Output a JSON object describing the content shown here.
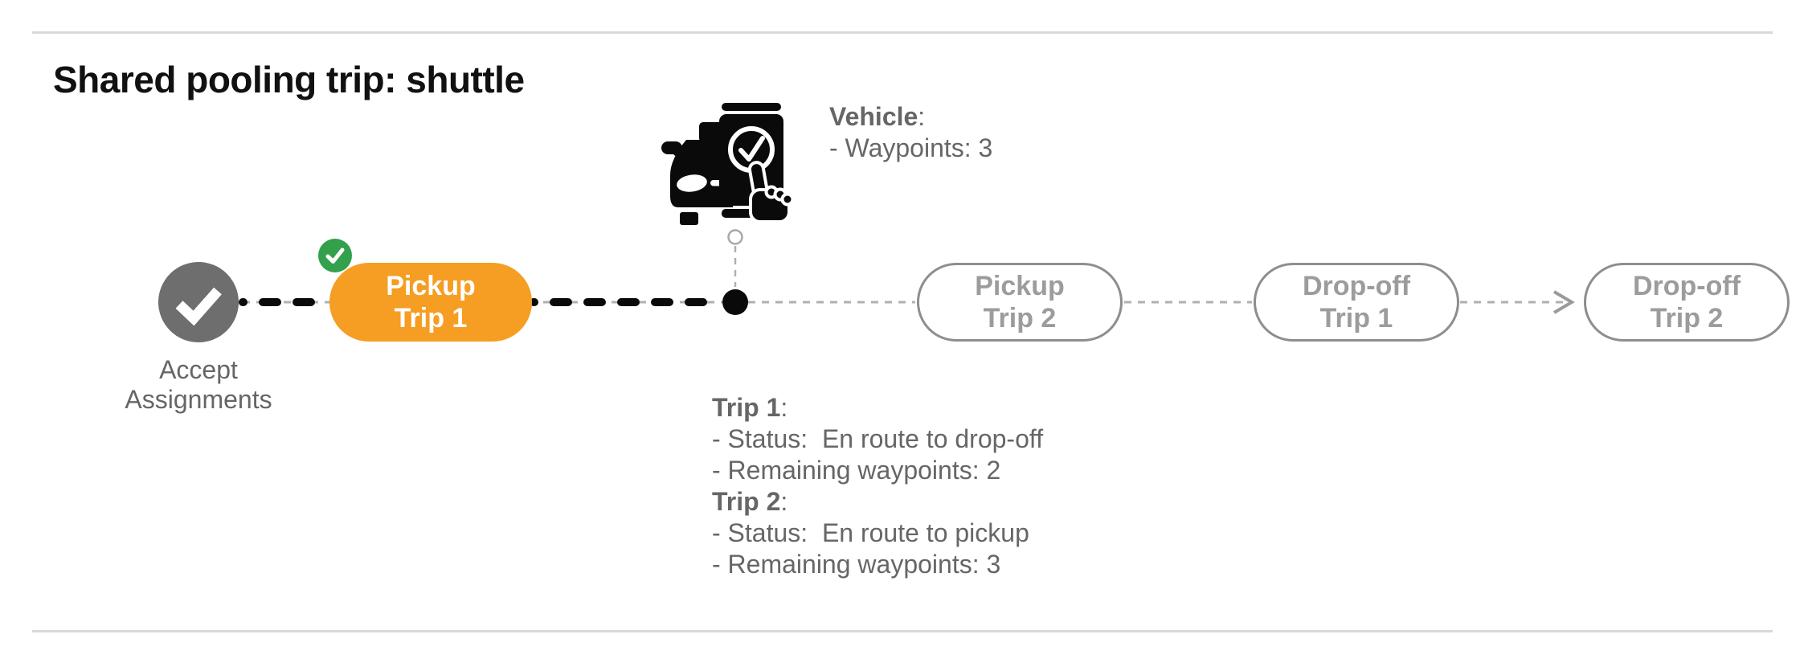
{
  "title": "Shared pooling trip: shuttle",
  "punct": {
    "colon": ":"
  },
  "timeline": {
    "accept_node": {
      "label_line1": "Accept",
      "label_line2": "Assignments",
      "state": "completed"
    },
    "stages": [
      {
        "line1": "Pickup",
        "line2": "Trip 1",
        "state": "active-completed"
      },
      {
        "line1": "Pickup",
        "line2": "Trip 2",
        "state": "upcoming"
      },
      {
        "line1": "Drop-off",
        "line2": "Trip 1",
        "state": "upcoming"
      },
      {
        "line1": "Drop-off",
        "line2": "Trip 2",
        "state": "upcoming"
      }
    ]
  },
  "vehicle_info": {
    "heading": "Vehicle",
    "waypoints_line": "- Waypoints: 3"
  },
  "trip_info": {
    "trip1": {
      "heading": "Trip 1",
      "status_line": "- Status:  En route to drop-off",
      "waypoints_line": "- Remaining waypoints: 2"
    },
    "trip2": {
      "heading": "Trip 2",
      "status_line": "- Status:  En route to pickup",
      "waypoints_line": "- Remaining waypoints: 3"
    }
  },
  "icons": {
    "accept": "check-icon",
    "stage1_badge": "check-badge-icon",
    "vehicle": "vehicle-phone-check-icon",
    "current_position": "current-position-dot",
    "vehicle_anchor": "vehicle-anchor-circle",
    "next_connector": "arrow-right-icon"
  },
  "colors": {
    "accent_orange": "#F59E23",
    "success_green": "#33A04C",
    "done_gray": "#6E6E6E",
    "pending_border": "#8E8E8E",
    "pending_text": "#9C9C9C",
    "body_text": "#666666",
    "line_black": "#0A0A0A",
    "line_gray": "#B0B0B0",
    "rule_gray": "#D9D9D9"
  }
}
